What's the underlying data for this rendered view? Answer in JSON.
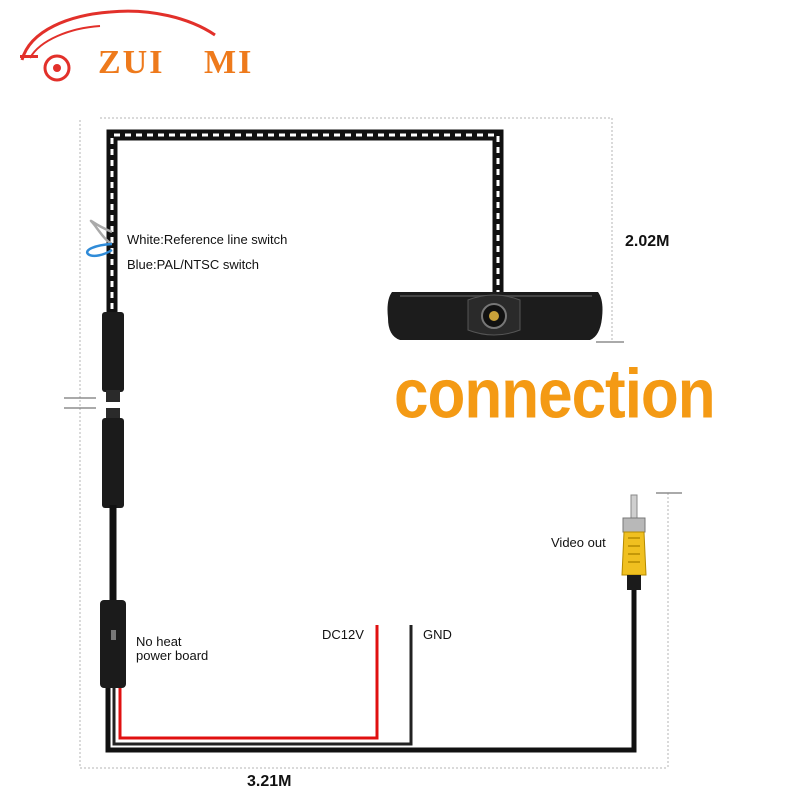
{
  "brand": {
    "part1": "ZUI",
    "part2": "MI"
  },
  "headline": "connection",
  "labels": {
    "white_wire": "White:Reference line switch",
    "blue_wire": "Blue:PAL/NTSC switch",
    "power_board_line1": "No heat",
    "power_board_line2": "power board",
    "dc12v": "DC12V",
    "gnd": "GND",
    "video_out": "Video out"
  },
  "dimensions": {
    "vertical": "2.02M",
    "horizontal": "3.21M"
  },
  "colors": {
    "brand": "#ee7a1c",
    "headline": "#f49a14",
    "cable": "#1a1a1a",
    "dc_wire": "#e01010",
    "rca_yellow": "#f0c020"
  }
}
